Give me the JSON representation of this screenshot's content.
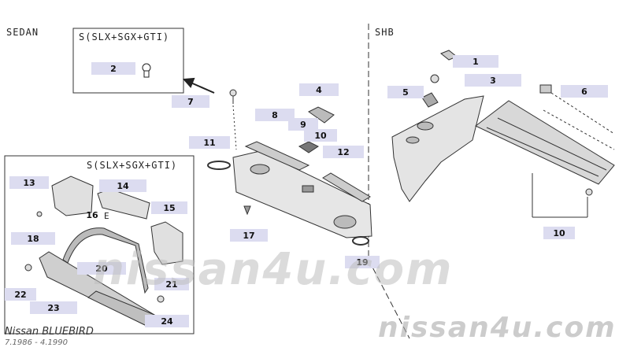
{
  "diagram": {
    "sections": {
      "sedan": "SEDAN",
      "shb": "SHB",
      "sedan_option": "S(SLX+SGX+GTI)",
      "sedan_option_2": "S(SLX+SGX+GTI)"
    },
    "part_callouts": [
      "1",
      "2",
      "3",
      "4",
      "5",
      "6",
      "7",
      "8",
      "9",
      "10",
      "10",
      "11",
      "12",
      "13",
      "14",
      "15",
      "16",
      "17",
      "18",
      "19",
      "20",
      "21",
      "22",
      "23",
      "24"
    ],
    "letter_marker": "E",
    "watermark": {
      "center": "nissan4u.com",
      "corner": "nissan4u.com"
    },
    "footer": {
      "model": "Nissan BLUEBIRD",
      "period": "7.1986 - 4.1990"
    },
    "colors": {
      "callout_bg": "#dcdcf0",
      "line": "#333333",
      "watermark": "#bebebe"
    }
  }
}
